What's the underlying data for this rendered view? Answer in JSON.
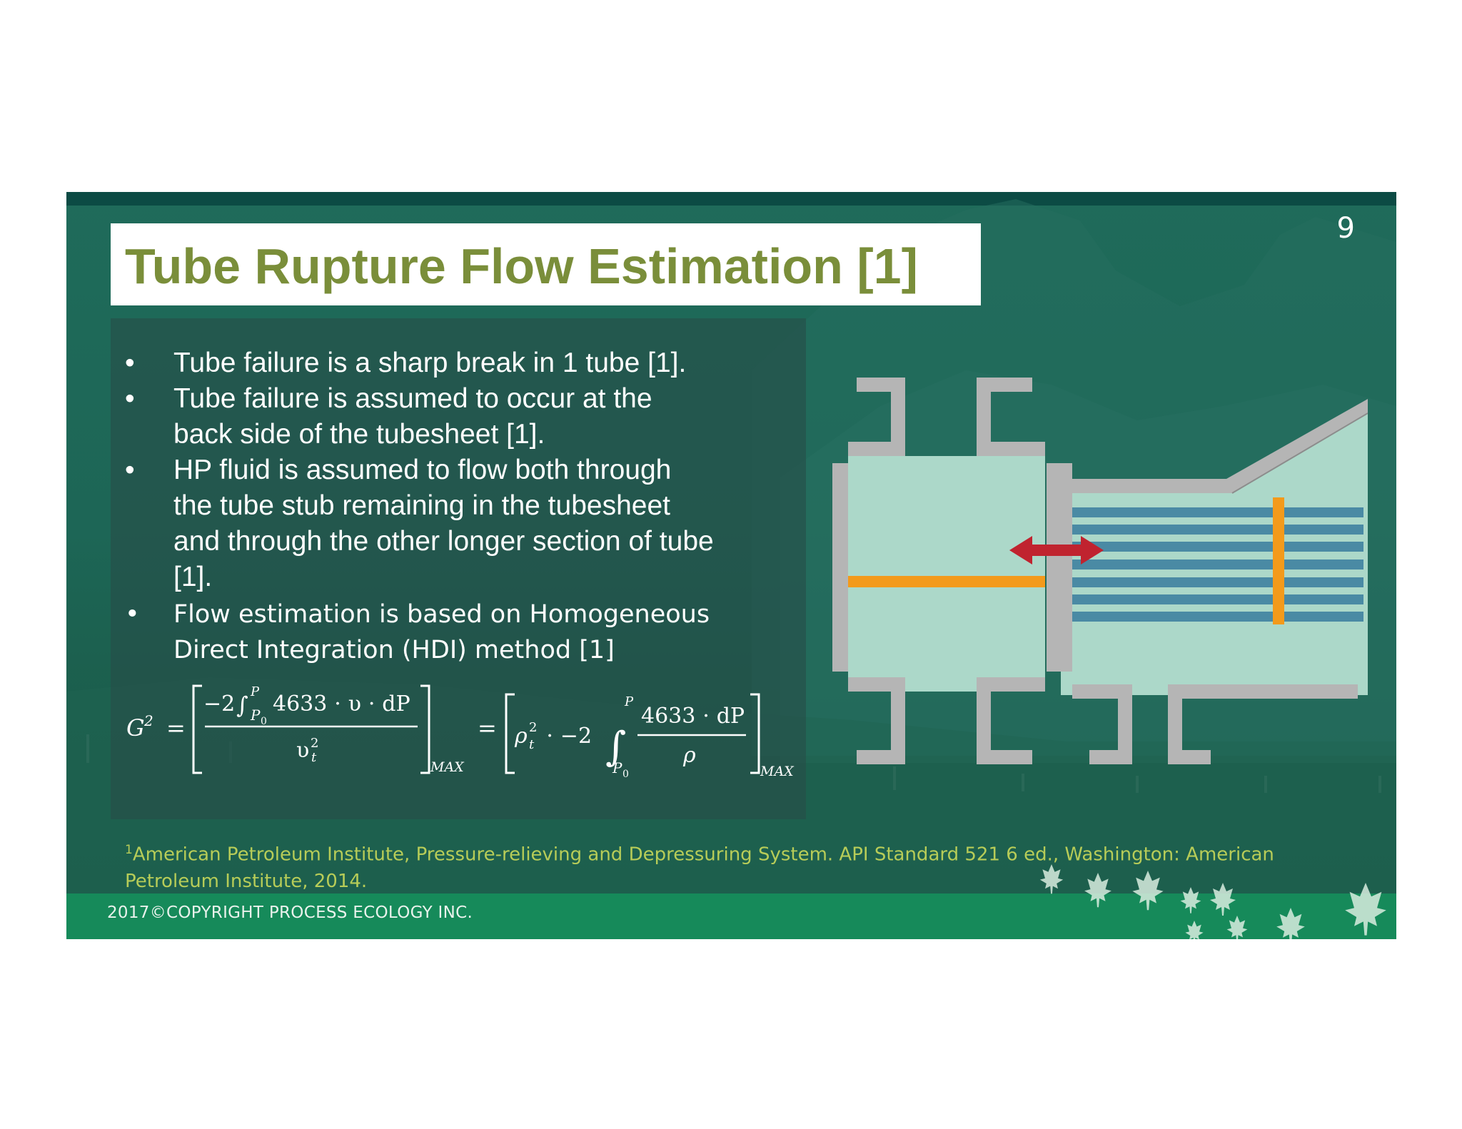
{
  "slide": {
    "page_number": "9",
    "title": "Tube Rupture Flow Estimation [1]",
    "bullets": [
      {
        "lines": [
          "Tube failure is a sharp break in 1 tube [1]."
        ]
      },
      {
        "lines": [
          "Tube failure is assumed to occur at the",
          "back side of the tubesheet [1]."
        ]
      },
      {
        "lines": [
          "HP fluid is assumed to flow both through",
          "the tube stub remaining in the tubesheet",
          "and through the other longer section of tube",
          "[1]."
        ]
      },
      {
        "lines": [
          "Flow estimation is based on Homogeneous",
          "Direct Integration (HDI) method [1]"
        ]
      }
    ],
    "bullet_glyph": "•",
    "equation": {
      "lhs": "G",
      "lhs_power": "2",
      "eq1": "=",
      "t1_coef": "−2",
      "int": "∫",
      "int_upper": "P",
      "int_lower": "P",
      "int_lower_sub": "0",
      "t1_num": "4633 ⋅ υ ⋅ dP",
      "t1_den": "υ",
      "t1_den_sup": "2",
      "t1_den_sub": "t",
      "max_label": "MAX",
      "eq2": "=",
      "t2_rho": "ρ",
      "t2_rho_sup": "2",
      "t2_rho_sub": "t",
      "t2_mid": "⋅ −2",
      "t2_num": "4633 ⋅ dP",
      "t2_den": "ρ"
    },
    "footnote": {
      "marker": "1",
      "lines": [
        "American Petroleum Institute, Pressure-relieving and Depressuring System. API Standard 521 6 ed., Washington: American",
        "Petroleum Institute, 2014."
      ]
    },
    "copyright": "2017©COPYRIGHT PROCESS ECOLOGY INC.",
    "colors": {
      "title_text": "#7a8e3a",
      "footnote_text": "#b7cc58",
      "footer_band": "#168a5a",
      "top_bar": "#0c4b44",
      "shell_fluid": "#acd8c9",
      "metal": "#b5b5b5",
      "tube": "#4a8aa4",
      "baffle": "#f39a1b",
      "arrow": "#c0232f"
    }
  }
}
